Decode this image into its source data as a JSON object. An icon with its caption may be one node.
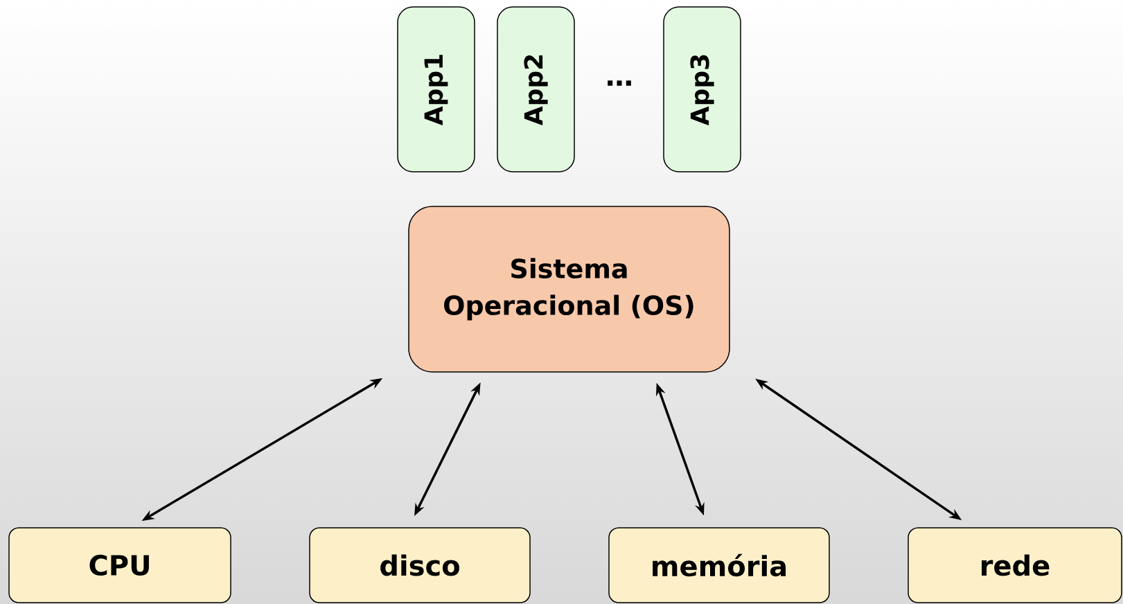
{
  "diagram": {
    "nodes": [
      {
        "text": [
          "App1"
        ]
      },
      {
        "text": [
          "App2"
        ]
      },
      {
        "text": [
          "App3"
        ]
      },
      {
        "text": [
          "Sistema Operacional (OS)"
        ]
      },
      {
        "text": [
          "CPU"
        ]
      },
      {
        "text": [
          "disco"
        ]
      },
      {
        "text": [
          "memória"
        ]
      },
      {
        "text": [
          "rede"
        ]
      }
    ],
    "edges": [
      {
        "from": 4,
        "to": 3,
        "arrow": "both"
      },
      {
        "from": 5,
        "to": 3,
        "arrow": "both"
      },
      {
        "from": 6,
        "to": 3,
        "arrow": "both"
      },
      {
        "from": 7,
        "to": 3,
        "arrow": "both"
      }
    ],
    "labels": [
      "…"
    ]
  }
}
